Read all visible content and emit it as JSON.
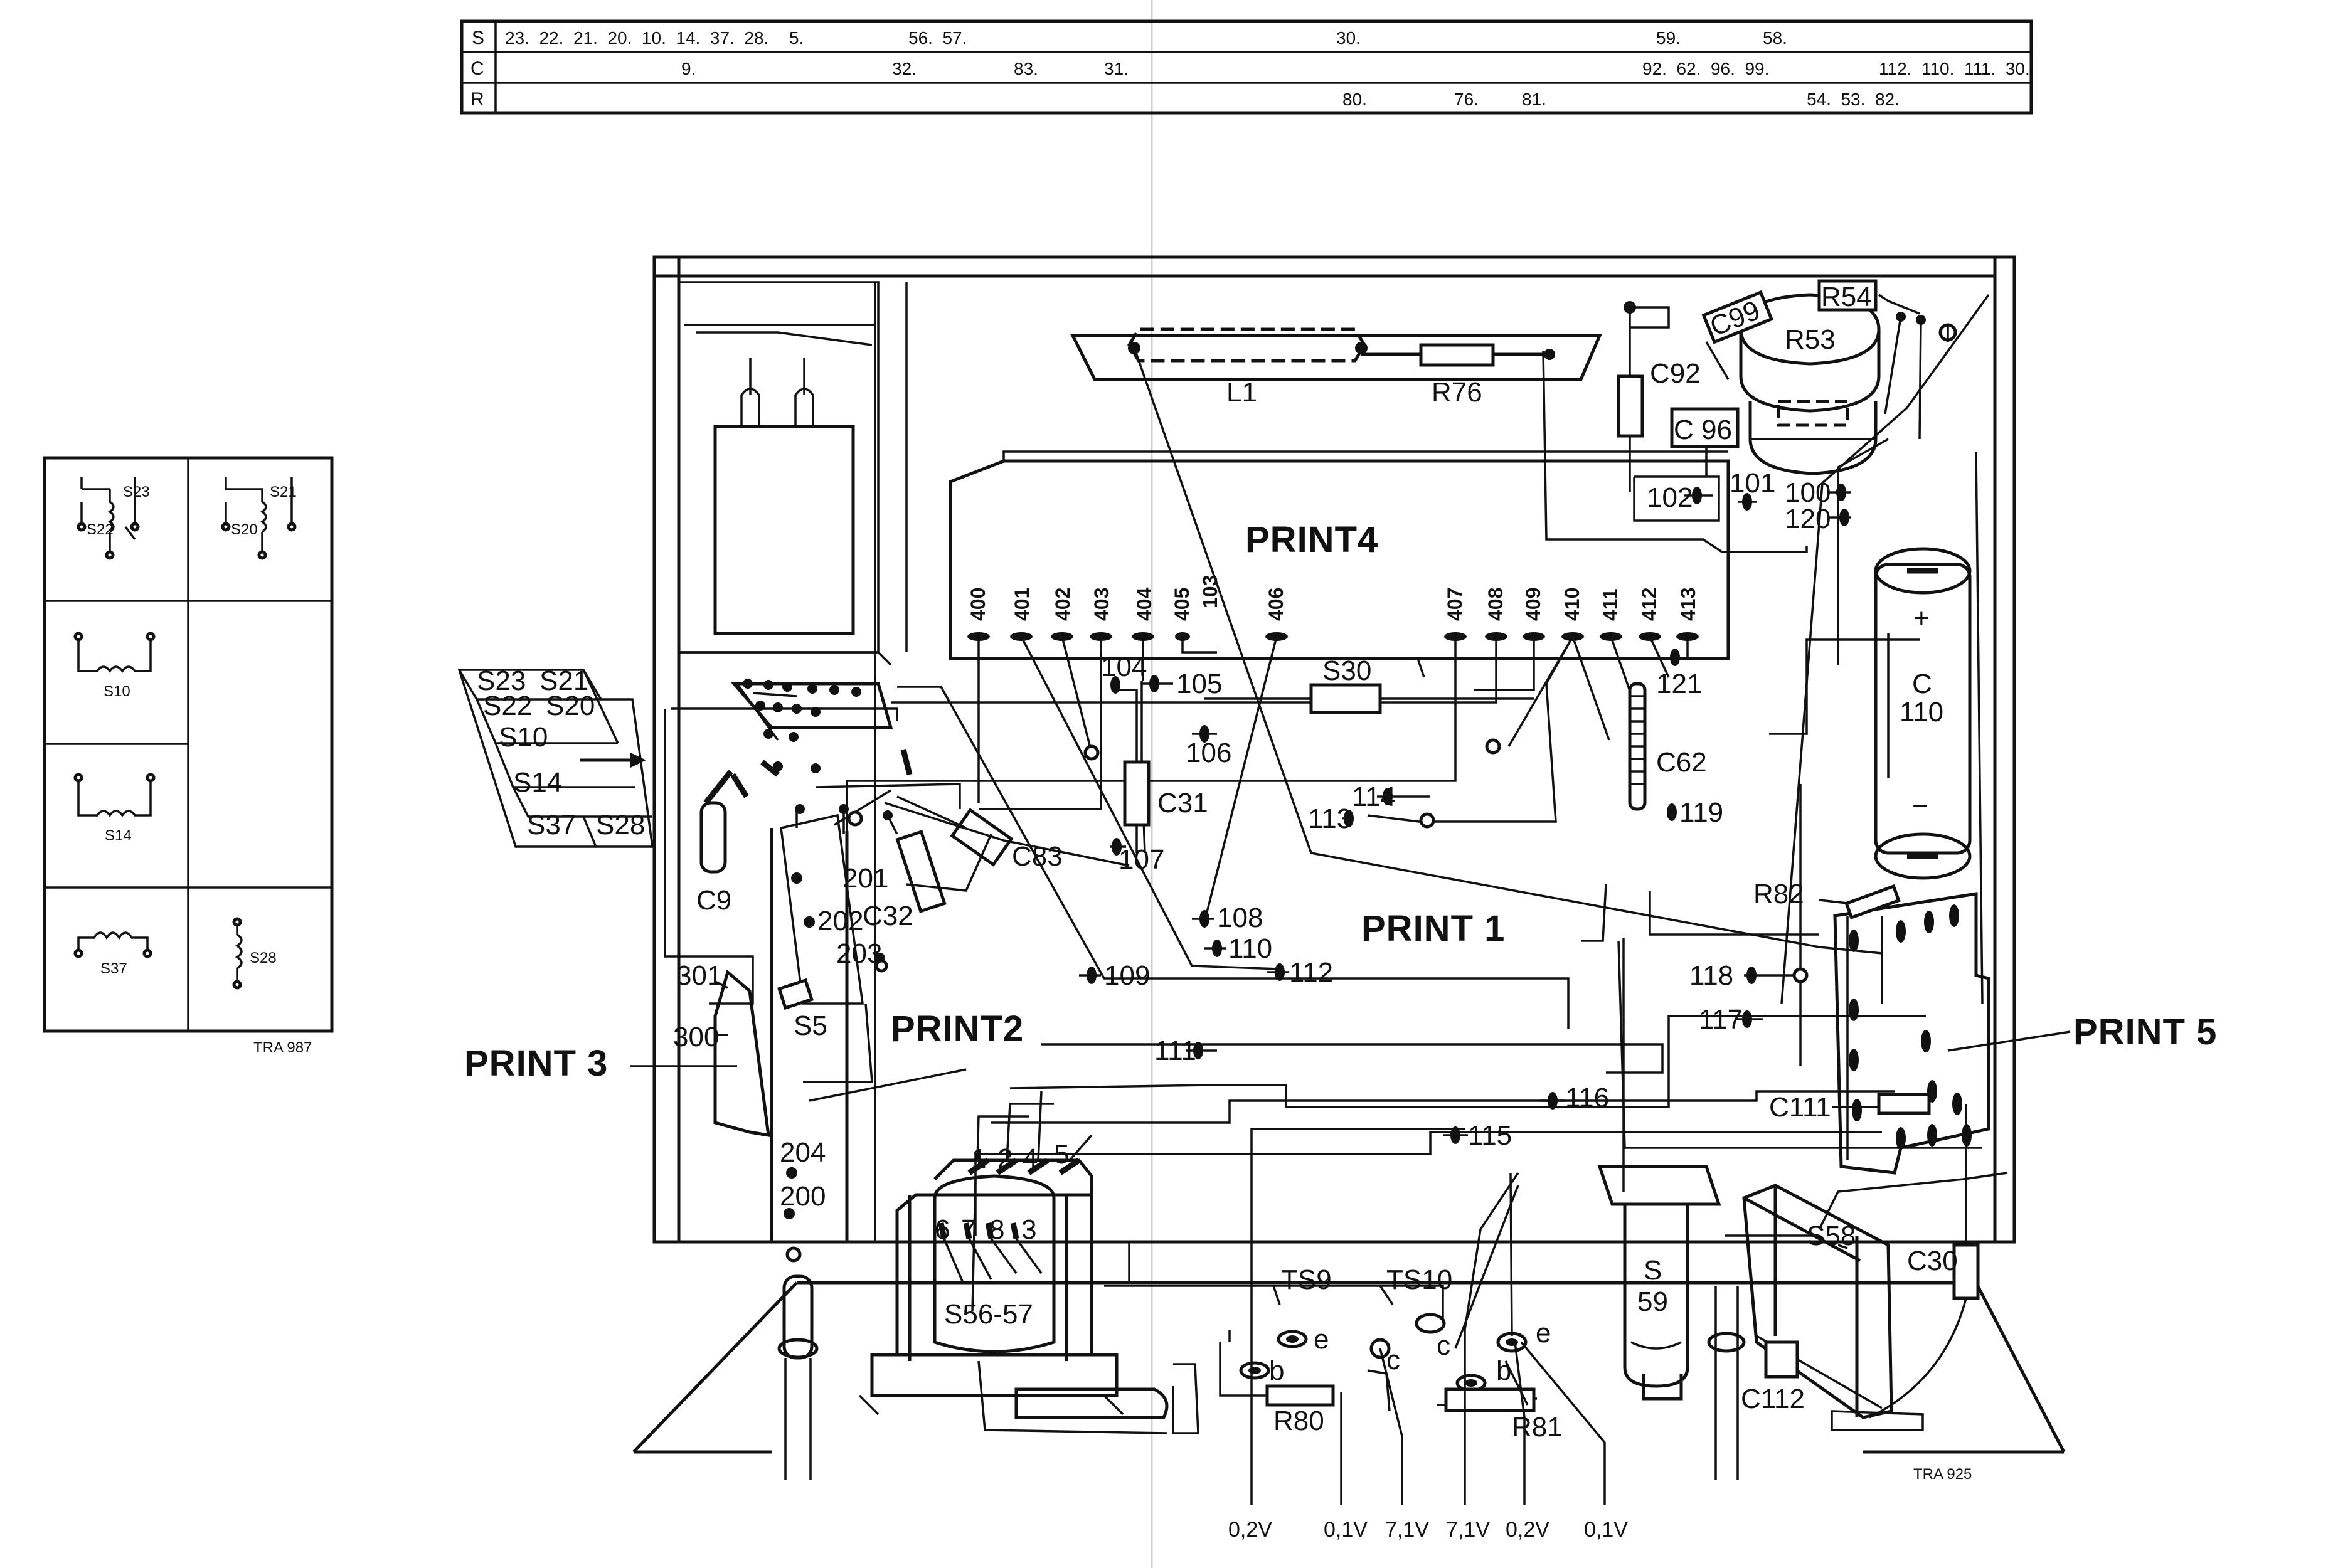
{
  "ref_table": {
    "rows": [
      {
        "label": "S",
        "segments": [
          "23.  22.  21.  20.  10.  14.  37.  28.",
          "5.",
          "56.  57.",
          "30.",
          "59.",
          "58."
        ]
      },
      {
        "label": "C",
        "segments": [
          "9.",
          "32.",
          "83.",
          "31.",
          "92.  62.  96.  99.",
          "112.  110.  111.  30."
        ]
      },
      {
        "label": "R",
        "segments": [
          "80.",
          "76.",
          "81.",
          "54.  53.  82."
        ]
      }
    ]
  },
  "switch_legend": {
    "cells": [
      {
        "row": 0,
        "col": 0,
        "labels": [
          "S23",
          "S22"
        ]
      },
      {
        "row": 0,
        "col": 1,
        "labels": [
          "S21",
          "S20"
        ]
      },
      {
        "row": 1,
        "col": 0,
        "labels": [
          "S10"
        ]
      },
      {
        "row": 2,
        "col": 0,
        "labels": [
          "S14"
        ]
      },
      {
        "row": 3,
        "col": 0,
        "labels": [
          "S37"
        ]
      },
      {
        "row": 3,
        "col": 1,
        "labels": [
          "S28"
        ]
      }
    ],
    "code": "TRA 987"
  },
  "switch_tags": [
    "S23",
    "S21",
    "S22",
    "S20",
    "S10",
    "S14",
    "S37",
    "S28"
  ],
  "prints": [
    "PRINT4",
    "PRINT 1",
    "PRINT2",
    "PRINT 3",
    "PRINT 5"
  ],
  "components": [
    "L1",
    "R76",
    "C92",
    "C99",
    "R54",
    "R53",
    "C 96",
    "C",
    "110",
    "+",
    "−",
    "C62",
    "C31",
    "C83",
    "C32",
    "C9",
    "S5",
    "R82",
    "C111",
    "S",
    "59",
    "S58",
    "C30",
    "C112",
    "R80",
    "R81",
    "S56-57",
    "S30"
  ],
  "print4_pins": [
    "400",
    "401",
    "402",
    "403",
    "404",
    "405",
    "103",
    "406",
    "407",
    "408",
    "409",
    "410",
    "411",
    "412",
    "413"
  ],
  "test_points": [
    "104",
    "105",
    "106",
    "107",
    "108",
    "109",
    "110",
    "111",
    "112",
    "113",
    "114",
    "115",
    "116",
    "117",
    "118",
    "119",
    "121",
    "100",
    "120",
    "102",
    "101",
    "200",
    "201",
    "202",
    "203",
    "204",
    "300",
    "301"
  ],
  "transformer_pins": [
    "1",
    "2",
    "4",
    "5",
    "6",
    "7",
    "8",
    "3"
  ],
  "transistor_tags": [
    "TS9",
    "TS10"
  ],
  "transistor_legs": [
    "e",
    "b",
    "c",
    "c",
    "b",
    "e"
  ],
  "measurements": [
    "0,2V",
    "0,1V",
    "7,1V",
    "7,1V",
    "0,2V",
    "0,1V"
  ],
  "drawing_code": "TRA 925"
}
